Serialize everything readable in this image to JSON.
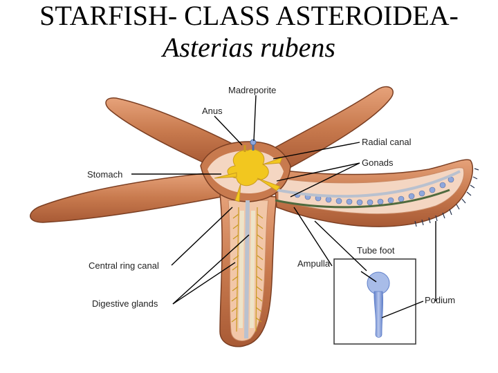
{
  "title": {
    "line1": "STARFISH- CLASS ASTEROIDEA-",
    "line2": "Asterias rubens"
  },
  "labels": {
    "madreporite": "Madreporite",
    "anus": "Anus",
    "radial_canal": "Radial canal",
    "stomach": "Stomach",
    "gonads": "Gonads",
    "tube_foot": "Tube foot",
    "central_ring_canal": "Central ring canal",
    "ampulla": "Ampulla",
    "podium": "Podium",
    "digestive_glands": "Digestive glands"
  },
  "colors": {
    "skin": "#c87a4e",
    "skin_light": "#f2c7a8",
    "inner": "#f4d6c2",
    "canal": "#f2c71f",
    "tube_foot": "#8fa7dc",
    "spines": "#27344f",
    "leader": "#000000"
  }
}
